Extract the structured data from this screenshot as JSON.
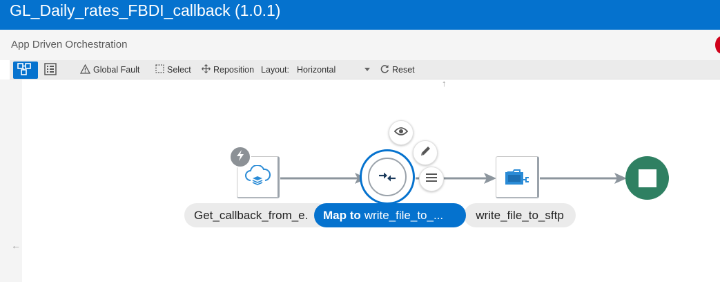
{
  "header": {
    "title": "GL_Daily_rates_FBDI_callback (1.0.1)"
  },
  "subheader": {
    "subtitle": "App Driven Orchestration"
  },
  "toolbar": {
    "global_fault": "Global Fault",
    "select": "Select",
    "reposition": "Reposition",
    "layout_label": "Layout:",
    "layout_value": "Horizontal",
    "reset": "Reset"
  },
  "flow": {
    "trigger_label": "Get_callback_from_e.",
    "map_prefix": "Map to",
    "map_target": "write_file_to_...",
    "sftp_label": "write_file_to_sftp"
  },
  "colors": {
    "brand": "#0572ce",
    "end_node": "#2f8062",
    "connector": "#8c959d"
  },
  "icons": [
    "canvas-view-icon",
    "list-view-icon",
    "warning-icon",
    "select-icon",
    "reposition-icon",
    "reset-icon",
    "bolt-icon",
    "cloud-icon",
    "map-icon",
    "eye-icon",
    "pencil-icon",
    "menu-icon",
    "ftp-adapter-icon",
    "stop-icon"
  ]
}
